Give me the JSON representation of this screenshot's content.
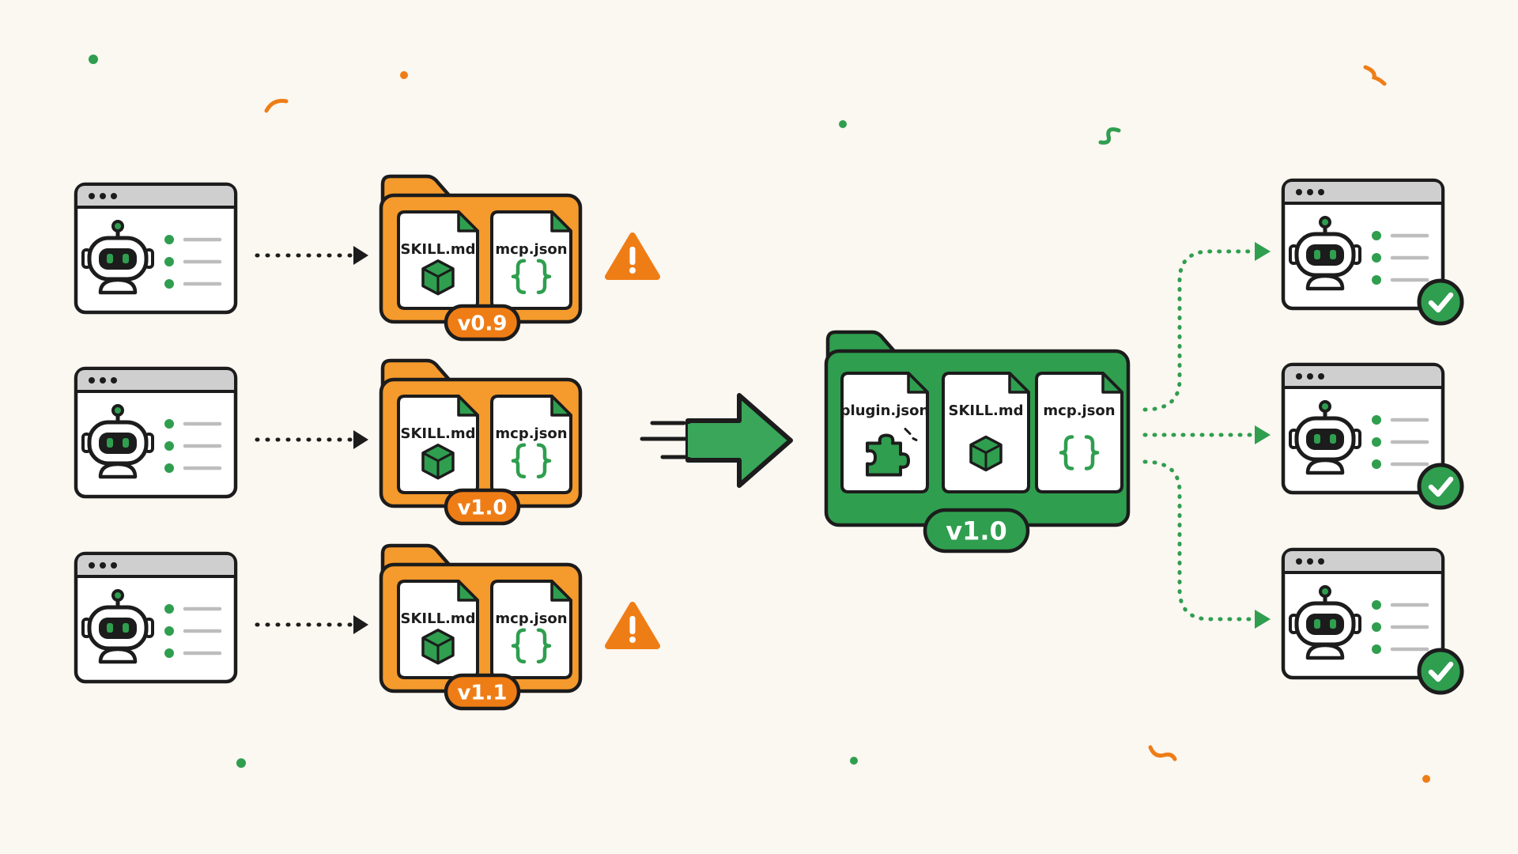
{
  "colors": {
    "background": "#fbf7f1",
    "outline": "#1c1c1c",
    "orange": "#f59a2c",
    "orange_dark": "#ef7d16",
    "green": "#2f9e4f",
    "green_light": "#39a65a",
    "gray_bar": "#cfcfcf",
    "paper": "#ffffff"
  },
  "icons": {
    "agent": "robot-icon",
    "file_cube": "cube-icon",
    "file_braces": "braces-icon",
    "file_plugin": "puzzle-icon",
    "warning": "warning-icon",
    "success": "check-icon",
    "merge": "arrow-right-icon"
  },
  "left_agents": [
    {
      "folder": {
        "files": [
          "SKILL.md",
          "mcp.json"
        ],
        "version": "v0.9",
        "warning": true
      }
    },
    {
      "folder": {
        "files": [
          "SKILL.md",
          "mcp.json"
        ],
        "version": "v1.0",
        "warning": false
      }
    },
    {
      "folder": {
        "files": [
          "SKILL.md",
          "mcp.json"
        ],
        "version": "v1.1",
        "warning": true
      }
    }
  ],
  "unified_bundle": {
    "files": [
      "plugin.json",
      "SKILL.md",
      "mcp.json"
    ],
    "version": "v1.0"
  },
  "right_agents": [
    {
      "status": "ok"
    },
    {
      "status": "ok"
    },
    {
      "status": "ok"
    }
  ]
}
